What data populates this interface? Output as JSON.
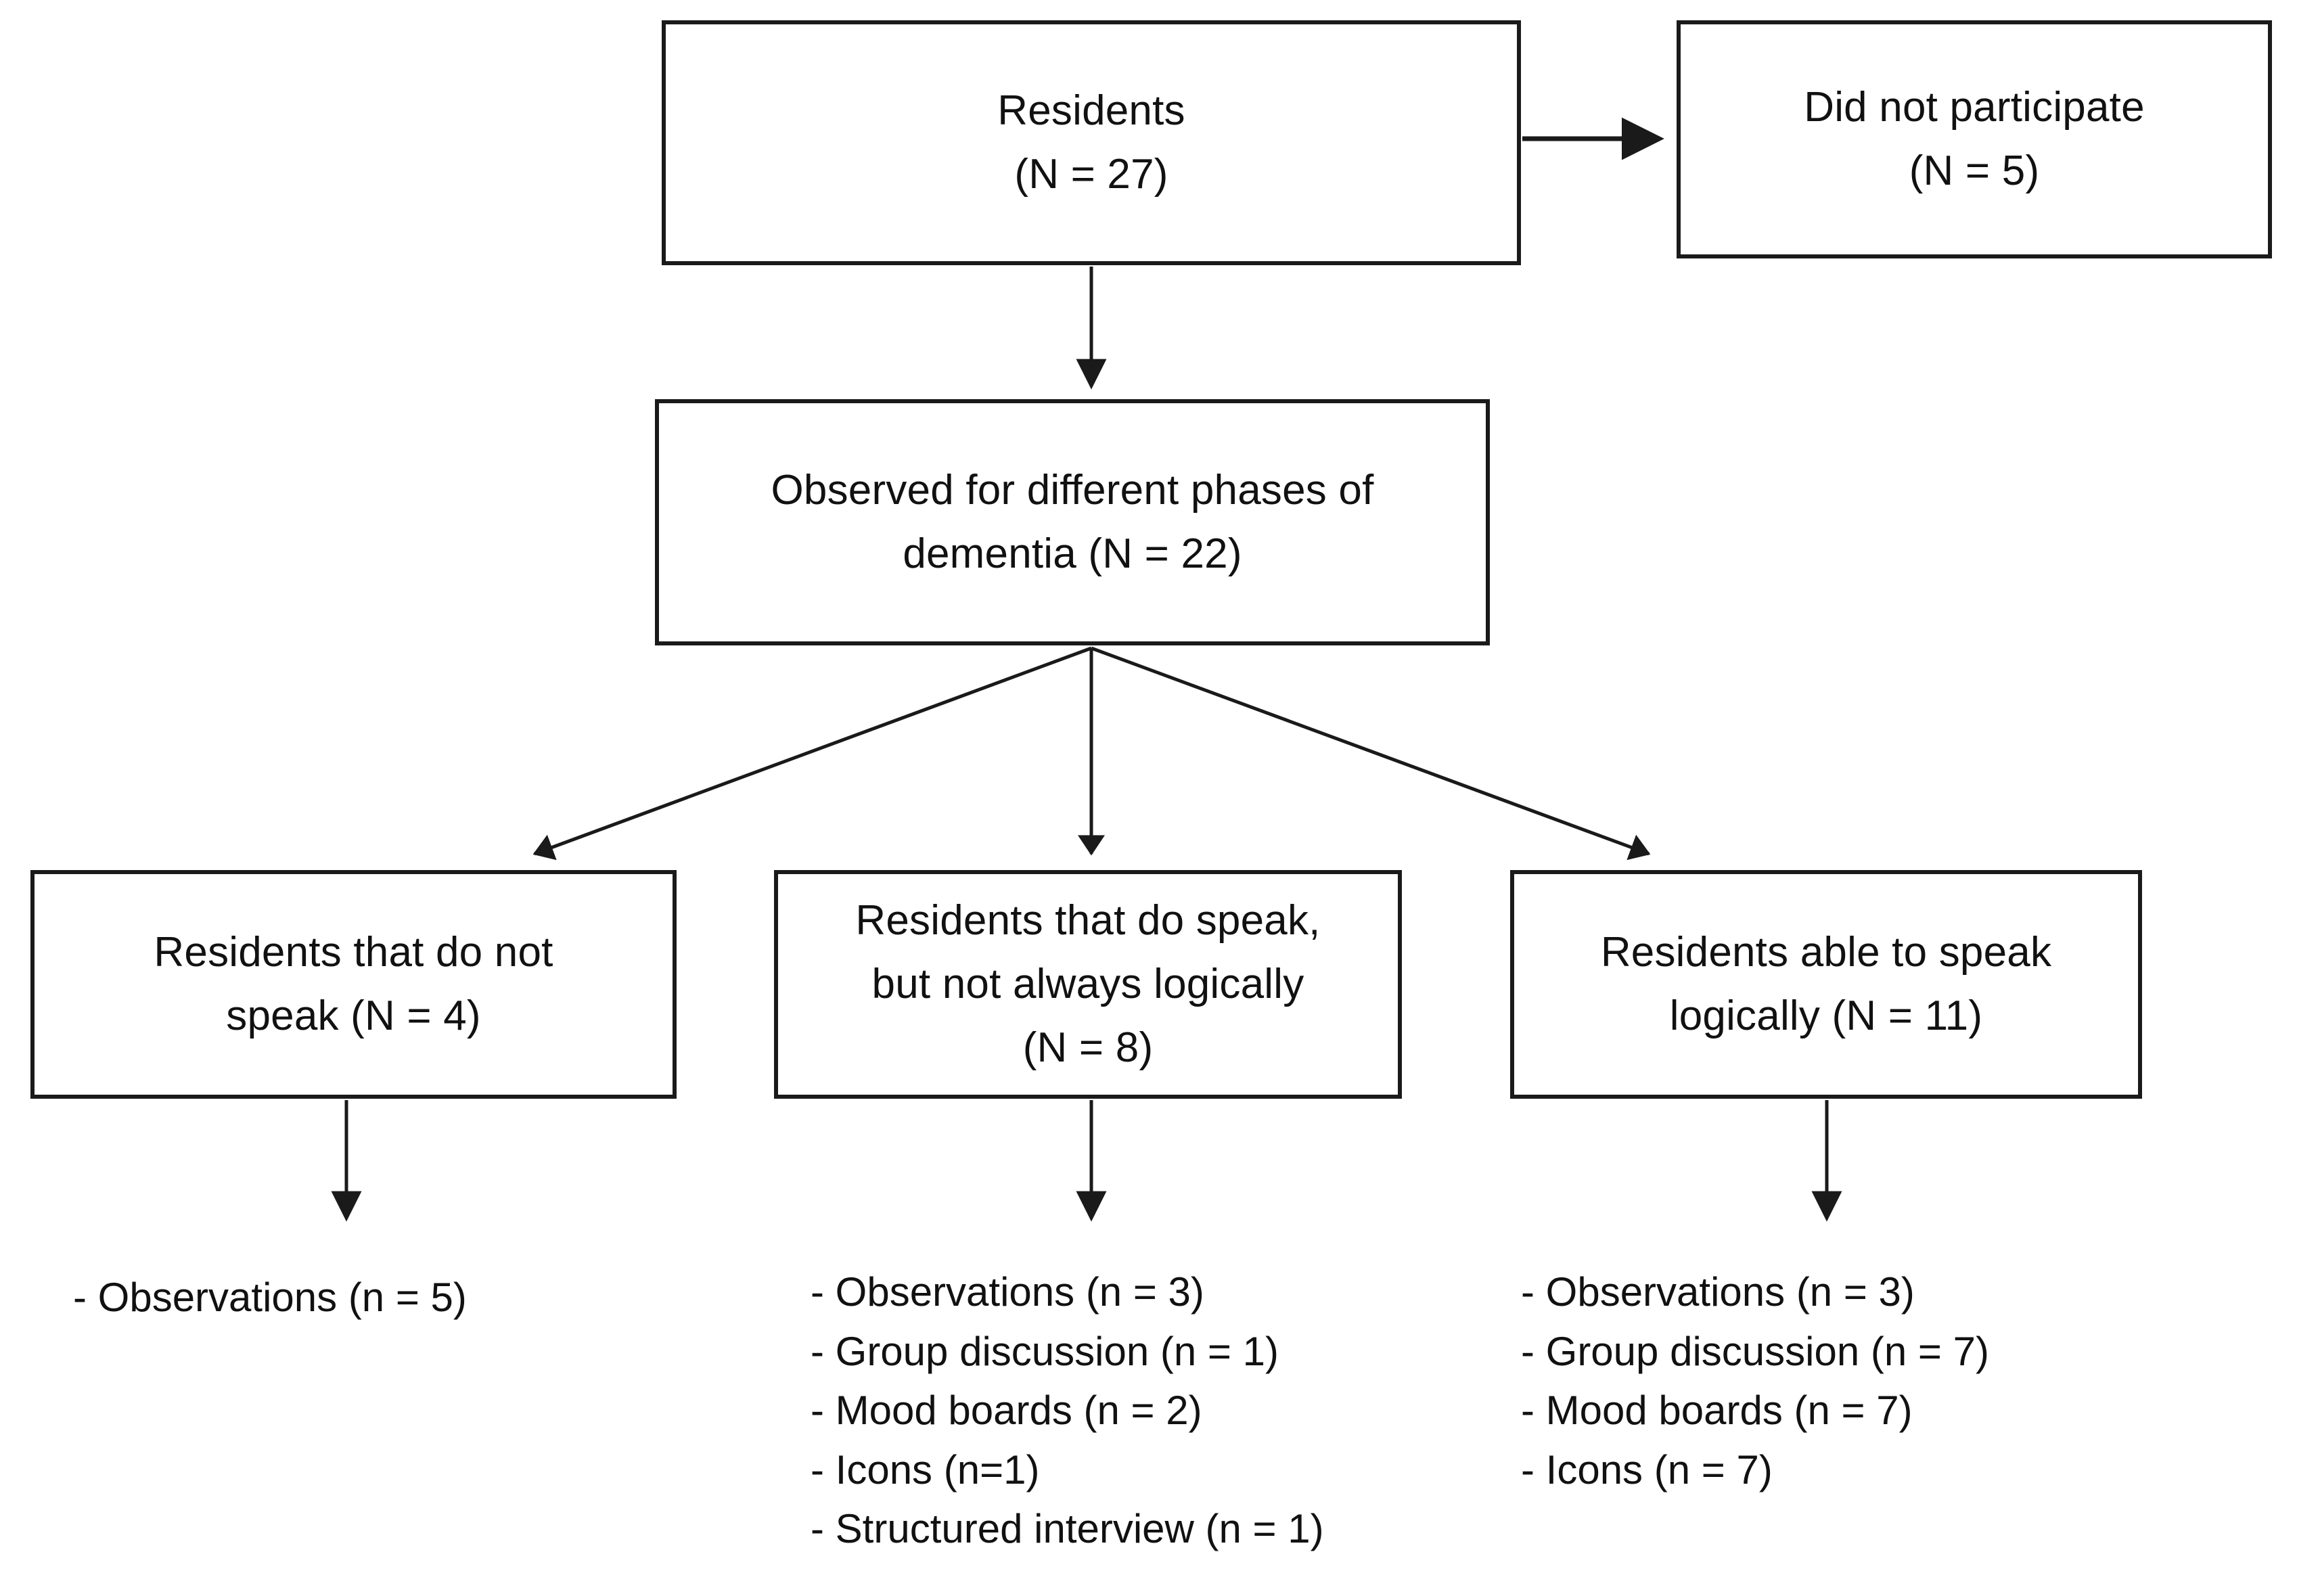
{
  "diagram": {
    "type": "flowchart",
    "title": "Participant flow through observation phases",
    "boxes": {
      "residents": "Residents\n(N = 27)",
      "did_not_participate": "Did not participate\n(N = 5)",
      "observed": "Observed for different phases of\ndementia (N = 22)",
      "no_speak": "Residents that do not\nspeak (N = 4)",
      "illogical_speak": "Residents that do speak,\nbut not always logically\n(N = 8)",
      "logical_speak": "Residents able to speak\nlogically (N = 11)"
    },
    "lists": {
      "no_speak_methods": [
        "- Observations (n = 5)"
      ],
      "illogical_speak_methods": [
        "- Observations (n = 3)",
        "- Group discussion (n = 1)",
        "- Mood boards (n = 2)",
        "- Icons  (n=1)",
        "- Structured interview (n = 1)"
      ],
      "logical_speak_methods": [
        "- Observations (n = 3)",
        "- Group discussion (n = 7)",
        "- Mood boards (n = 7)",
        "- Icons (n = 7)"
      ]
    },
    "connectors": [
      {
        "name": "residents-to-did-not-participate",
        "kind": "horizontal-arrow"
      },
      {
        "name": "residents-to-observed",
        "kind": "vertical-arrow"
      },
      {
        "name": "observed-to-no-speak",
        "kind": "diagonal-arrow"
      },
      {
        "name": "observed-to-illogical",
        "kind": "vertical-arrow"
      },
      {
        "name": "observed-to-logical",
        "kind": "diagonal-arrow"
      },
      {
        "name": "no-speak-to-list",
        "kind": "vertical-arrow"
      },
      {
        "name": "illogical-to-list",
        "kind": "vertical-arrow"
      },
      {
        "name": "logical-to-list",
        "kind": "vertical-arrow"
      }
    ],
    "colors": {
      "background": "#ffffff",
      "box_border": "#1a1a1a",
      "text": "#111111",
      "connector": "#1a1a1a"
    }
  }
}
